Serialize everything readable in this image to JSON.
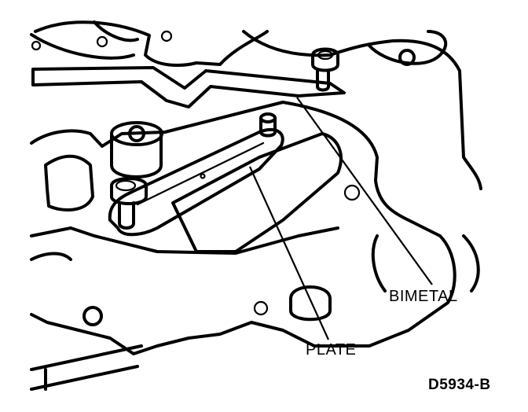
{
  "labels": {
    "bimetal": "BIMETAL",
    "plate": "PLATE",
    "figure_code": "D5934-B"
  },
  "colors": {
    "ink": "#000000",
    "paper": "#ffffff"
  }
}
